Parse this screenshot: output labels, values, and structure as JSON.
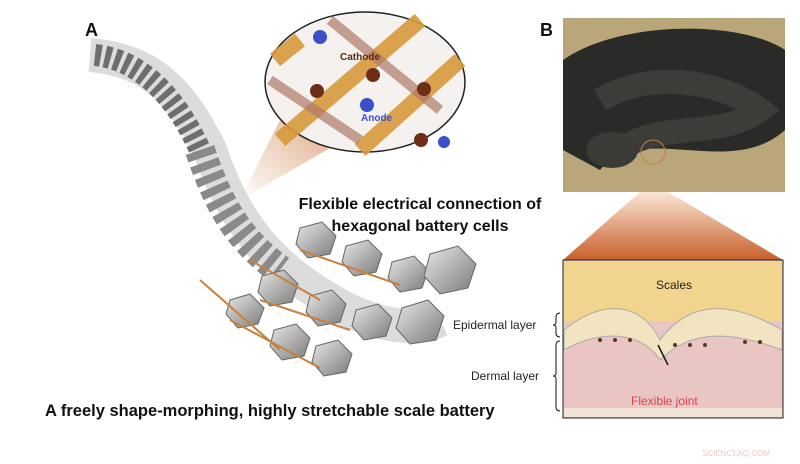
{
  "panels": {
    "a": "A",
    "b": "B"
  },
  "zoom_inset": {
    "cathode": "Cathode",
    "anode": "Anode"
  },
  "captions": {
    "connection_line1": "Flexible electrical connection of",
    "connection_line2": "hexagonal battery cells",
    "main": "A freely shape-morphing, highly stretchable scale battery"
  },
  "skin_diagram": {
    "scales": "Scales",
    "epidermal": "Epidermal layer",
    "dermal": "Dermal layer",
    "joint": "Flexible joint"
  },
  "watermark": "SCIENCEAQ.COM",
  "colors": {
    "copper": "#c8803e",
    "anode_blue": "#3a4fc8",
    "joint_red": "#e0404a",
    "cone_orange": "#c8602a"
  }
}
